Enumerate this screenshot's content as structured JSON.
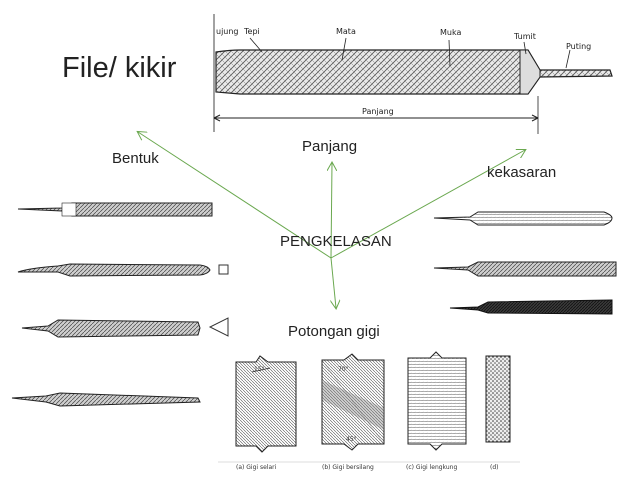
{
  "title": "File/ kikir",
  "center_label": "PENGKELASAN",
  "branches": {
    "bentuk": "Bentuk",
    "panjang": "Panjang",
    "kekasaran": "kekasaran",
    "potongan_gigi": "Potongan gigi"
  },
  "anatomy": {
    "ujung": "ujung",
    "tepi": "Tepi",
    "mata": "Mata",
    "muka": "Muka",
    "tumit": "Tumit",
    "puting": "Puting",
    "panjang": "Panjang"
  },
  "teeth_types": {
    "a": "(a) Gigi selari",
    "b": "(b) Gigi bersilang",
    "c": "(c) Gigi lengkung",
    "d": "(d)"
  },
  "teeth_angles": {
    "a": "15°",
    "b_top": "70°",
    "b_bottom": "45°"
  },
  "colors": {
    "arrow": "#6aa84f",
    "ink": "#222222"
  }
}
